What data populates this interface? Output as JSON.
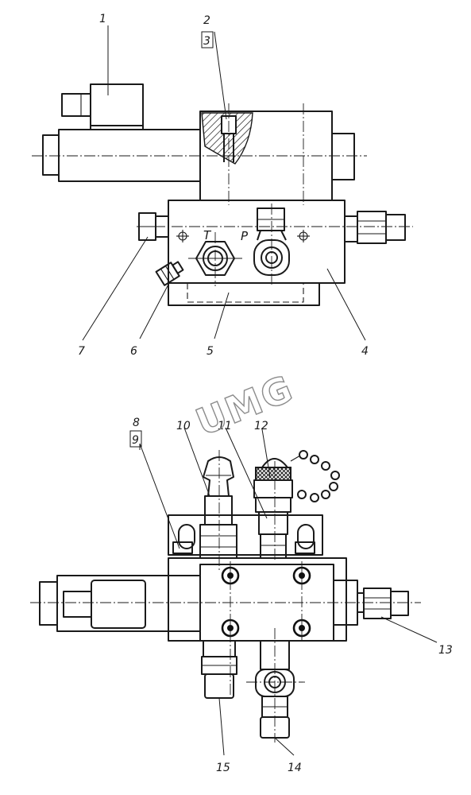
{
  "watermark": "UMG",
  "ports": {
    "tank": "T",
    "pressure": "P"
  },
  "callouts": {
    "c1": "1",
    "c2": "2",
    "c3": "3",
    "c4": "4",
    "c5": "5",
    "c6": "6",
    "c7": "7",
    "c8": "8",
    "c9": "9",
    "c10": "10",
    "c11": "11",
    "c12": "12",
    "c13": "13",
    "c14": "14",
    "c15": "15"
  }
}
